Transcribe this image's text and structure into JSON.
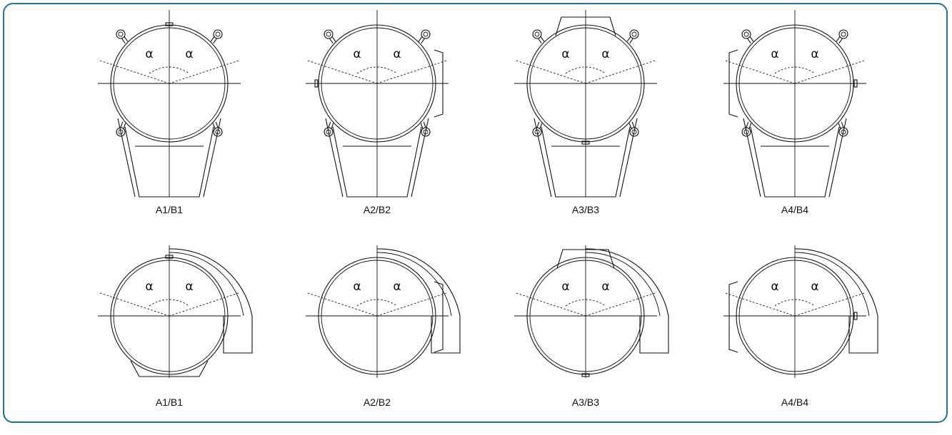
{
  "symbols": {
    "angle": "α"
  },
  "colors": {
    "frame": "#1f6fa8",
    "line": "#111111"
  },
  "rows": [
    {
      "name": "duct-fan-row",
      "items": [
        {
          "label": "A1/B1",
          "variant": 1
        },
        {
          "label": "A2/B2",
          "variant": 2
        },
        {
          "label": "A3/B3",
          "variant": 3
        },
        {
          "label": "A4/B4",
          "variant": 4
        }
      ]
    },
    {
      "name": "scroll-fan-row",
      "items": [
        {
          "label": "A1/B1",
          "variant": 1
        },
        {
          "label": "A2/B2",
          "variant": 2
        },
        {
          "label": "A3/B3",
          "variant": 3
        },
        {
          "label": "A4/B4",
          "variant": 4
        }
      ]
    }
  ]
}
